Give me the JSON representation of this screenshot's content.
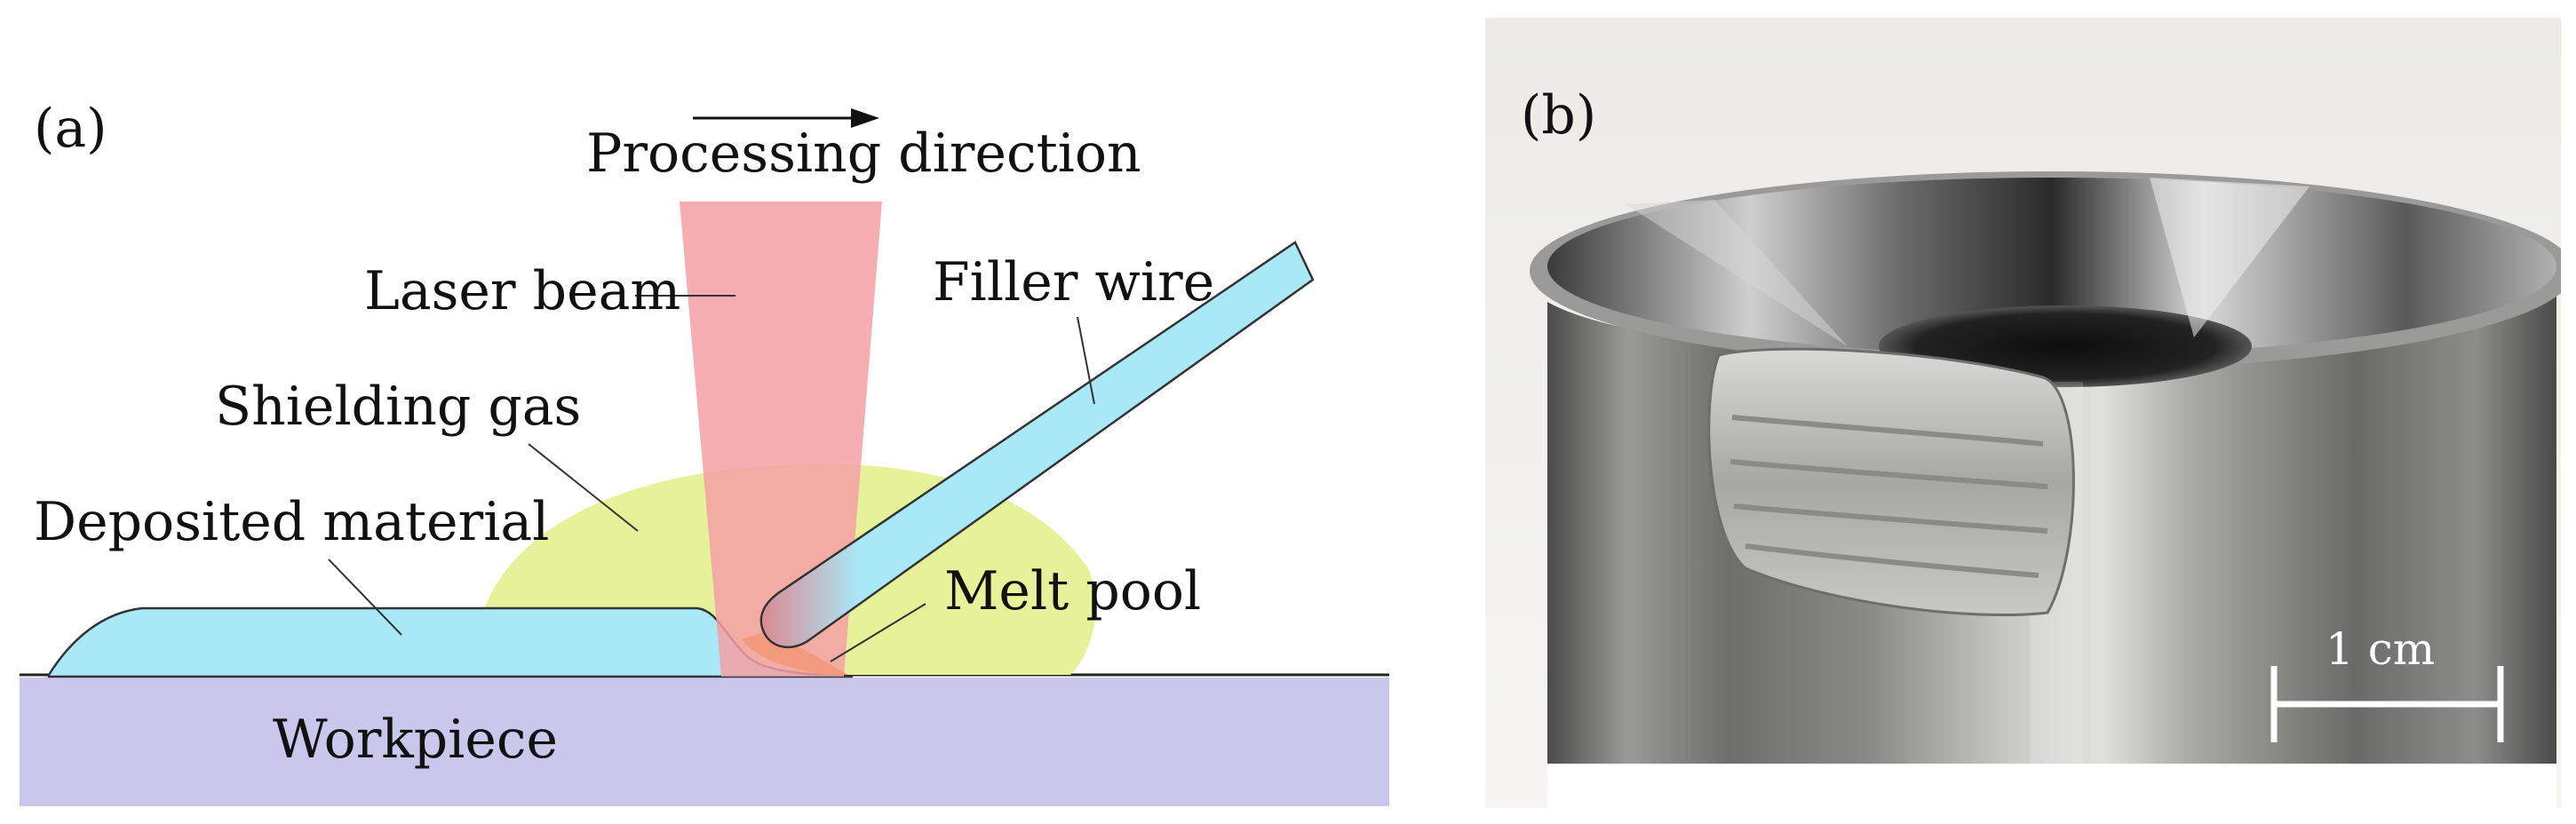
{
  "panel_a": {
    "label": "(a)",
    "processing_direction": "Processing direction",
    "laser_beam": "Laser beam",
    "filler_wire": "Filler wire",
    "shielding_gas": "Shielding gas",
    "deposited_material": "Deposited material",
    "melt_pool": "Melt pool",
    "workpiece": "Workpiece"
  },
  "panel_b": {
    "label": "(b)",
    "scale_bar": "1 cm"
  },
  "colors": {
    "laser_beam": "#f4a0a6",
    "shielding_gas": "#e6f29a",
    "deposited_material": "#a9e9f7",
    "filler_wire": "#a9e9f7",
    "workpiece": "#c9c8ec",
    "melt_pool": "#f39a7e"
  }
}
